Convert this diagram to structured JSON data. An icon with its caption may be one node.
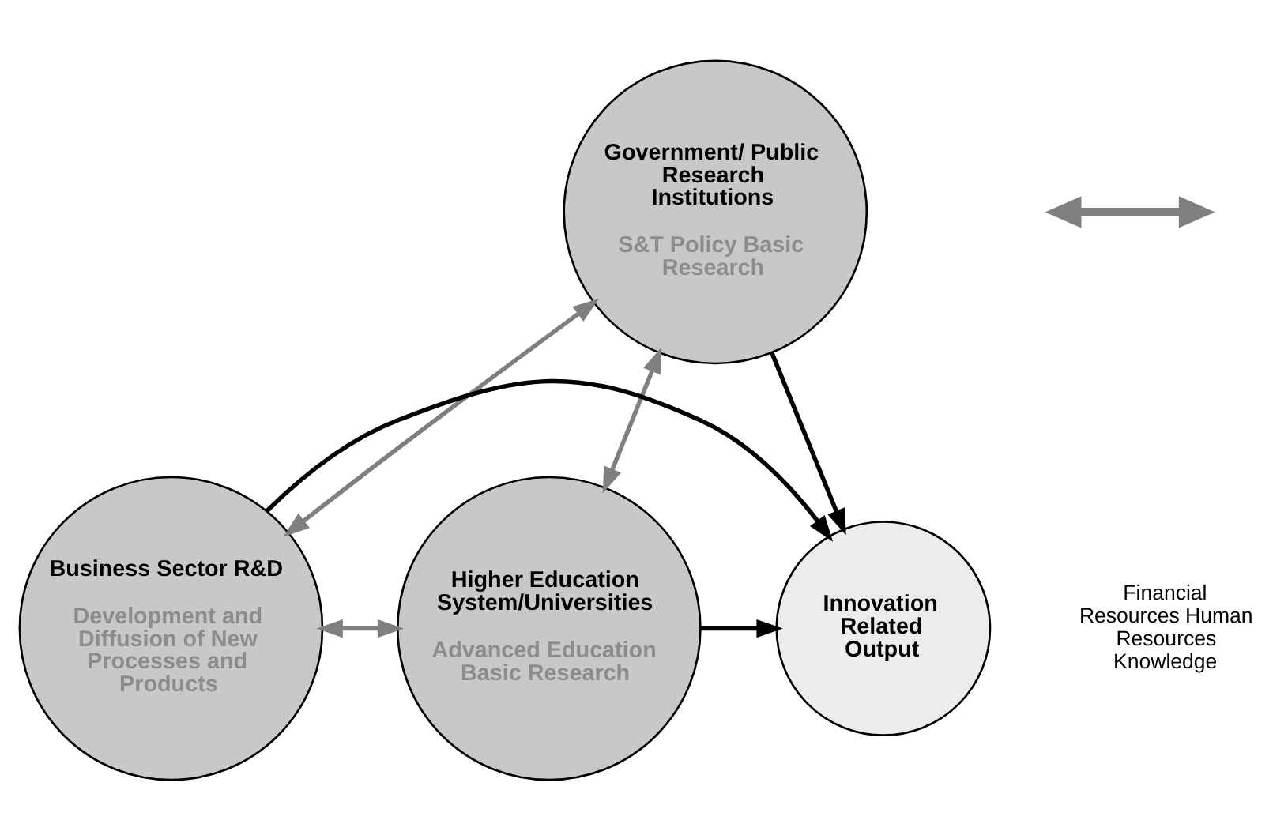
{
  "diagram": {
    "nodes": [
      {
        "text": [
          "Government/ Public Research Institutions",
          "S&T Policy Basic Research"
        ]
      },
      {
        "text": [
          "Business Sector R&D",
          "Development and Diffusion of New Processes and Products"
        ]
      },
      {
        "text": [
          "Innovation Related Output"
        ]
      },
      {
        "text": [
          "Higher Education System/Universities",
          "Advanced Education Basic Research"
        ]
      }
    ],
    "edges": [
      {
        "from": 0,
        "to": 1,
        "arrow": "both",
        "color": "#7f7f7f"
      },
      {
        "from": 0,
        "to": 3,
        "arrow": "both",
        "color": "#7f7f7f"
      },
      {
        "from": 0,
        "to": 2,
        "arrow": "to",
        "color": "#000000"
      },
      {
        "from": 1,
        "to": 2,
        "arrow": "to",
        "color": "#000000"
      },
      {
        "from": 3,
        "to": 2,
        "arrow": "to",
        "color": "#000000"
      },
      {
        "from": 1,
        "to": 3,
        "arrow": "both",
        "color": "#7f7f7f"
      }
    ],
    "legend": [
      {
        "text": "Financial Resources Human Resources Knowledge"
      }
    ]
  }
}
